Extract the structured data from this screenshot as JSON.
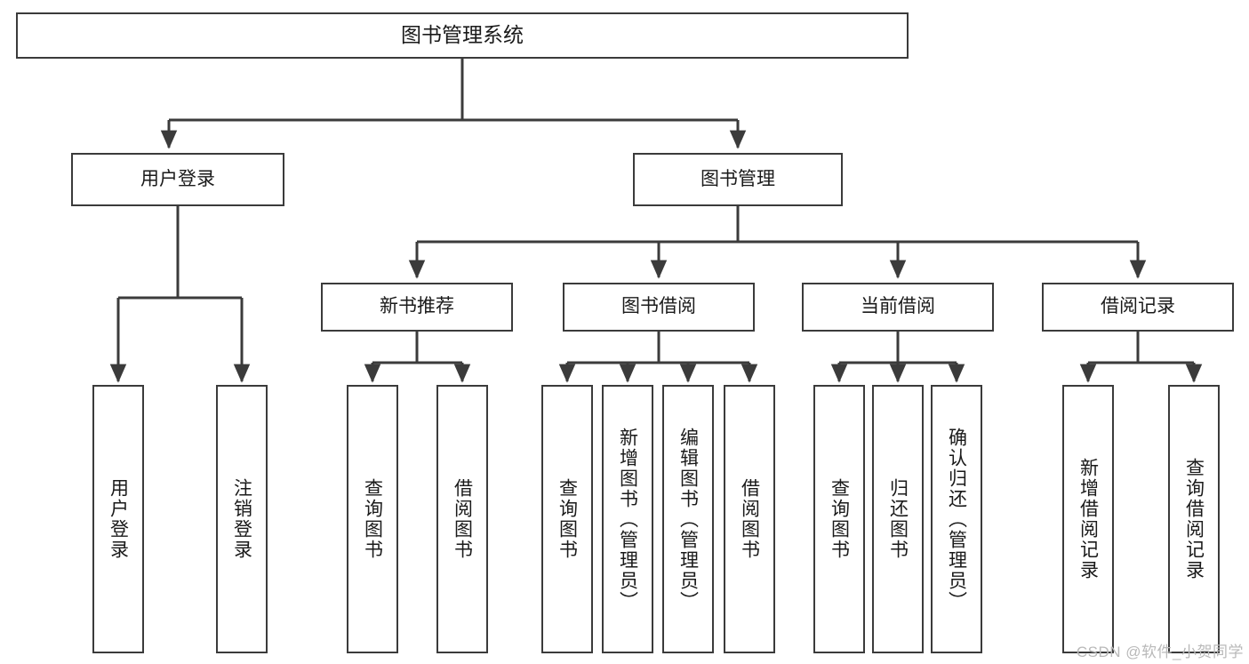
{
  "diagram": {
    "type": "tree",
    "title": "图书管理系统",
    "watermark": "CSDN @软件_小贺同学",
    "colors": {
      "background": "#ffffff",
      "box_border": "#3b3b3b",
      "box_fill": "#ffffff",
      "connector": "#3b3b3b",
      "text": "#1a1a1a",
      "watermark": "#b9b9b9"
    },
    "nodes": {
      "root": {
        "label": "图书管理系统"
      },
      "level2": [
        {
          "id": "user-login",
          "label": "用户登录"
        },
        {
          "id": "book-manage",
          "label": "图书管理"
        }
      ],
      "level3": [
        {
          "id": "new-book-recommend",
          "label": "新书推荐"
        },
        {
          "id": "book-borrow",
          "label": "图书借阅"
        },
        {
          "id": "current-borrow",
          "label": "当前借阅"
        },
        {
          "id": "borrow-record",
          "label": "借阅记录"
        }
      ],
      "leaves": {
        "user-login": [
          {
            "id": "leaf-user-login",
            "label": "用户登录"
          },
          {
            "id": "leaf-logout",
            "label": "注销登录"
          }
        ],
        "new-book-recommend": [
          {
            "id": "leaf-query-book-1",
            "label": "查询图书"
          },
          {
            "id": "leaf-borrow-book-1",
            "label": "借阅图书"
          }
        ],
        "book-borrow": [
          {
            "id": "leaf-query-book-2",
            "label": "查询图书"
          },
          {
            "id": "leaf-add-book",
            "label": "新增图书（管理员）"
          },
          {
            "id": "leaf-edit-book",
            "label": "编辑图书（管理员）"
          },
          {
            "id": "leaf-borrow-book-2",
            "label": "借阅图书"
          }
        ],
        "current-borrow": [
          {
            "id": "leaf-query-book-3",
            "label": "查询图书"
          },
          {
            "id": "leaf-return-book",
            "label": "归还图书"
          },
          {
            "id": "leaf-confirm-return",
            "label": "确认归还（管理员）"
          }
        ],
        "borrow-record": [
          {
            "id": "leaf-add-record",
            "label": "新增借阅记录"
          },
          {
            "id": "leaf-query-record",
            "label": "查询借阅记录"
          }
        ]
      }
    }
  }
}
